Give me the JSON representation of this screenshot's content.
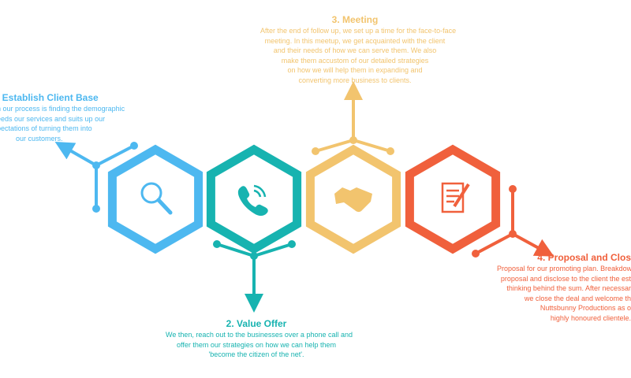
{
  "colors": {
    "blue": "#4db8f0",
    "teal": "#17b3b0",
    "yellow": "#f2c46e",
    "red": "#f0603c"
  },
  "steps": [
    {
      "title": ". Establish Client Base",
      "icon": "magnifier-icon",
      "lines": [
        "n our process is finding the demographic",
        "eeds our services and suits up our",
        "pectations of turning them into",
        "our customers."
      ]
    },
    {
      "title": "2. Value Offer",
      "icon": "phone-icon",
      "lines": [
        "We then, reach out to the businesses over a phone call and",
        "offer them our strategies on how we can help them",
        "'become the citizen of the net'."
      ]
    },
    {
      "title": "3. Meeting",
      "icon": "handshake-icon",
      "lines": [
        "After the end of follow up, we set up a time for the face-to-face",
        "meeting. In this meetup, we get acquainted with the client",
        "and their needs of how we can serve them. We also",
        "make them accustom of our detailed strategies",
        "on how we will help them in expanding and",
        "converting more business to clients."
      ]
    },
    {
      "title": "4. Proposal and Clos",
      "icon": "document-pen-icon",
      "lines": [
        "Proposal for our promoting plan. Breakdown",
        "proposal and disclose to the client the est",
        "thinking behind the sum. After necessar",
        "we close the deal and welcome th",
        "Nuttsbunny Productions as o",
        "highly honoured clientele."
      ]
    }
  ]
}
